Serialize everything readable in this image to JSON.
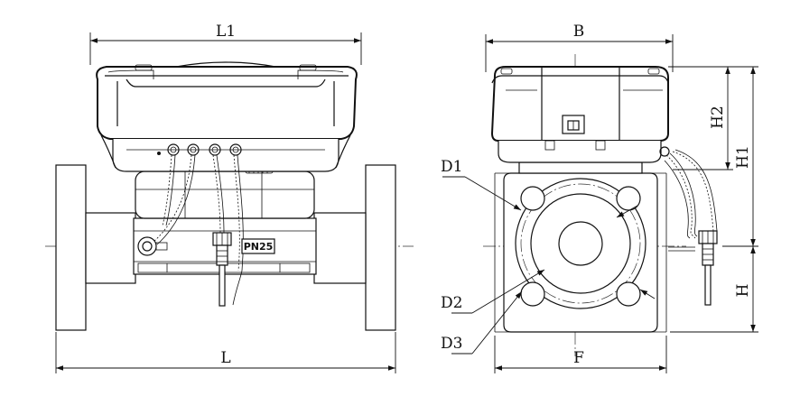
{
  "front_view": {
    "dim_l1": "L1",
    "dim_l": "L",
    "pressure_rating": "PN25"
  },
  "side_view": {
    "dim_b": "B",
    "dim_f": "F",
    "dim_h": "H",
    "dim_h1": "H1",
    "dim_h2": "H2",
    "dim_d1": "D1",
    "dim_d2": "D2",
    "dim_d3": "D3"
  }
}
